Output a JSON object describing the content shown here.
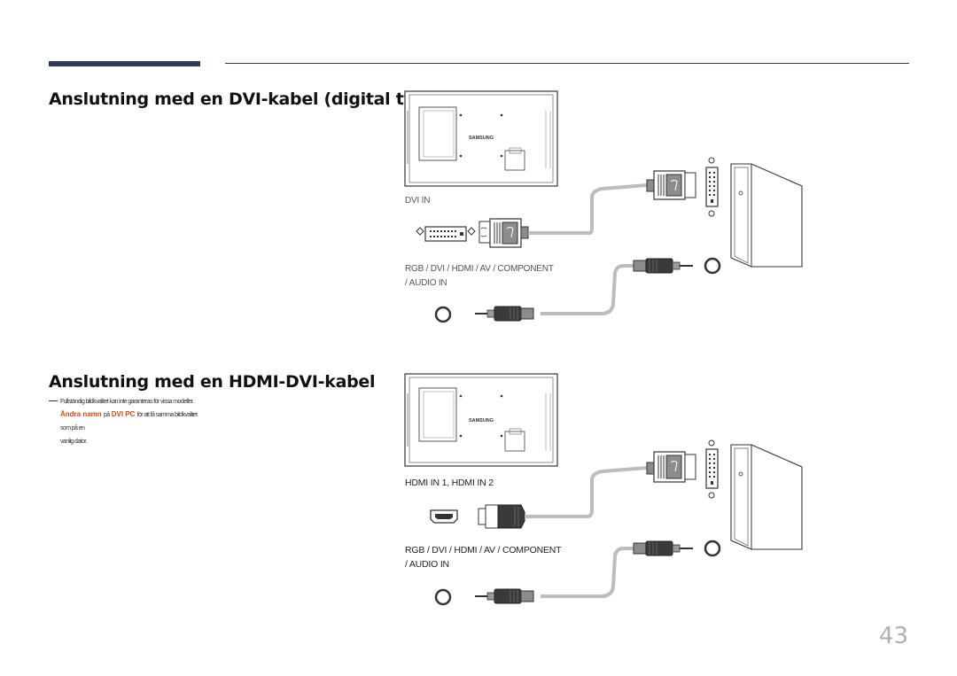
{
  "section1": {
    "heading": "Anslutning med en DVI-kabel (digital typ)",
    "port_label": "DVI IN",
    "audio_label_line1": "RGB / DVI / HDMI / AV / COMPONENT",
    "audio_label_line2": "/ AUDIO IN",
    "brand": "SAMSUNG"
  },
  "section2": {
    "heading": "Anslutning med en HDMI-DVI-kabel",
    "note_line1": "Fullständig bildkvalitet kan inte garanteras för vissa modeller.",
    "note_orange": "Ändra namn",
    "note_connector": "på",
    "note_orange2": "DVI PC",
    "note_rest": "för att få samma bildkvalitet som på en",
    "note_line3": "vanlig dator.",
    "port_label": "HDMI IN 1, HDMI IN 2",
    "audio_label_line1": "RGB / DVI / HDMI / AV / COMPONENT",
    "audio_label_line2": "/ AUDIO IN",
    "brand": "SAMSUNG"
  },
  "page_number": "43",
  "colors": {
    "rule": "#2b3a55",
    "accent": "#d34a12",
    "cable": "#bdbdbd",
    "plug_dark": "#3a3a3a",
    "plug_gray": "#9a9a9a"
  }
}
